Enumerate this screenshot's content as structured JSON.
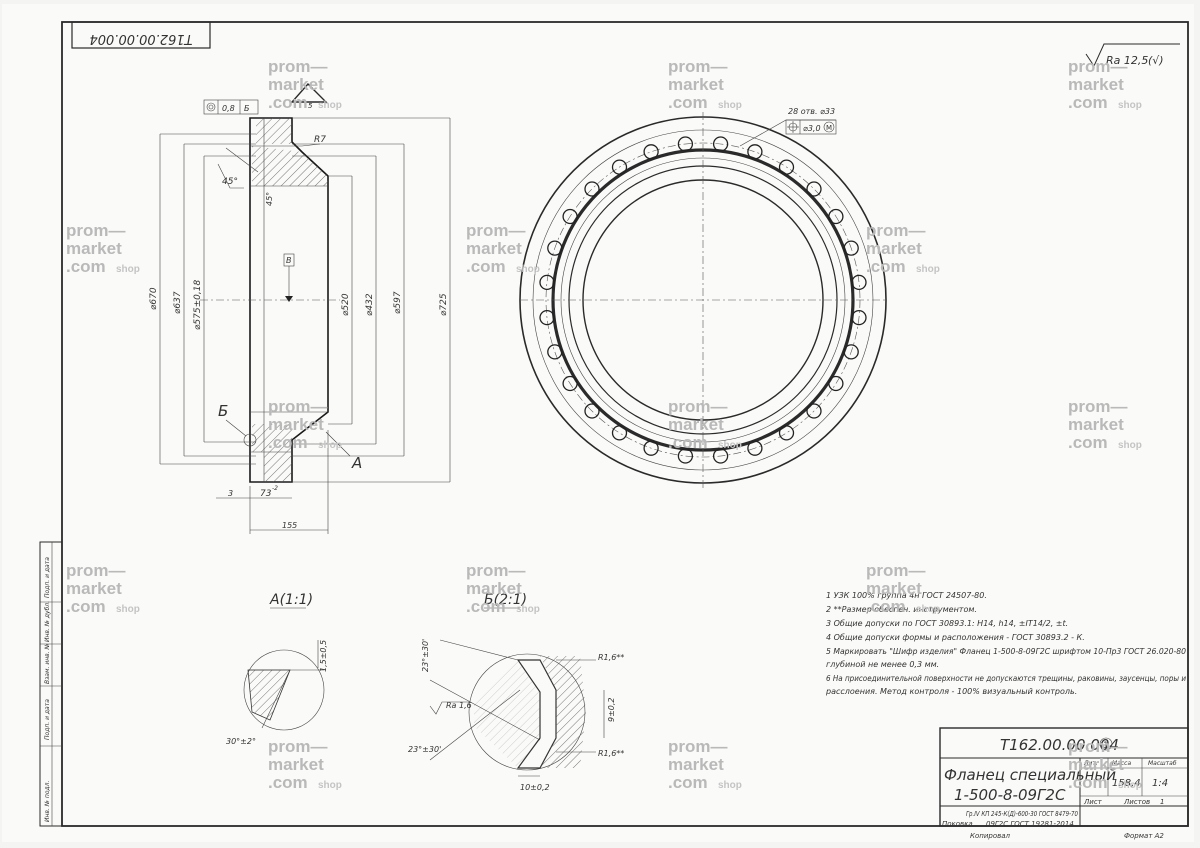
{
  "drawing": {
    "designation": "Т162.00.00.004",
    "designation_marked": "Т162.00.00.004",
    "revision_mark": "1",
    "roughness": "Ra 12,5",
    "roughness_paren": "(√)",
    "holes_note": "28 отв. ⌀33",
    "position_tolerance": "⌀3,0",
    "mod_M": "M",
    "flatness_tol": "0,8",
    "datum_B": "Б",
    "datum_A": "А",
    "datum_V": "В"
  },
  "dimensions": {
    "d_outer": "⌀725",
    "d_bolt": "⌀597",
    "d_hub": "⌀520",
    "d_432": "⌀432",
    "d_575": "⌀575±0,18",
    "d_637": "⌀637",
    "d_670": "⌀670",
    "length_155": "155",
    "length_73": "73",
    "length_73_sup": "-2",
    "length_3": "3",
    "radius_R7": "R7",
    "angle_45a": "45°",
    "angle_45b": "45°",
    "small_45": "45",
    "small_5": "5"
  },
  "views": {
    "view_A": "А(1:1)",
    "view_B": "Б(2:1)",
    "a_dim": "1,5±0,5",
    "a_angle": "30°±2°",
    "b_angle1": "23°±30'",
    "b_angle2": "23°±30'",
    "b_ra": "Ra 1,6",
    "b_r1": "R1,6**",
    "b_r2": "R1,6**",
    "b_9": "9±0,2",
    "b_10": "10±0,2"
  },
  "notes": [
    "1  УЗК 100% группа 4н ГОСТ 24507-80.",
    "2  **Размер обеспеч. инструментом.",
    "3  Общие допуски по ГОСТ 30893.1: H14, h14, ±IT14/2, ±t.",
    "4  Общие допуски формы и расположения - ГОСТ 30893.2 - К.",
    "5  Маркировать \"Шифр изделия\" Фланец 1-500-8-09Г2С шрифтом 10-Пр3 ГОСТ 26.020-80",
    "глубиной не менее 0,3 мм.",
    "6  На присоединительной поверхности не допускаются трещины, раковины, заусенцы, поры и",
    "расслоения. Метод контроля - 100% визуальный контроль."
  ],
  "title_block": {
    "code": "Т162.00.00.004",
    "name_line1": "Фланец специальный",
    "name_line2": "1-500-8-09Г2С",
    "lit_hdr": "Лит.",
    "mass_hdr": "Масса",
    "scale_hdr": "Масштаб",
    "mass": "158,4",
    "scale": "1:4",
    "sheet_hdr": "Лист",
    "sheets_hdr": "Листов",
    "sheets_count": "1",
    "material_label": "Поковка",
    "material_line1": "Гр.IV КП 245-К(Д)-600-30 ГОСТ 8479-70",
    "material_line2": "09Г2С ГОСТ 19281-2014",
    "copied": "Копировал",
    "format": "Формат   А2"
  },
  "side_labels": [
    "Подп. и дата",
    "Инв. № дубл.",
    "Взам. инв. №",
    "Подп. и дата",
    "Инв. № подл."
  ],
  "watermark": {
    "line1": "prom—",
    "line2": "market",
    "line3": ".com",
    "shop": "shop"
  }
}
